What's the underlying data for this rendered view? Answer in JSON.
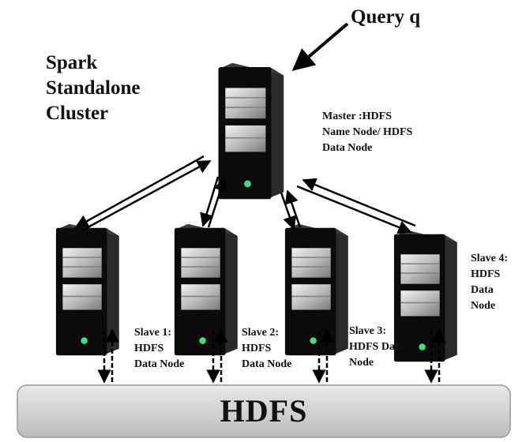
{
  "query_label": "Query q",
  "cluster_label": "Spark\nStandalone\nCluster",
  "master_label": "Master :HDFS\nName Node/ HDFS\nData Node",
  "slaves": [
    {
      "label": "Slave 1:\nHDFS\nData Node"
    },
    {
      "label": "Slave 2:\nHDFS\nData Node"
    },
    {
      "label": "Slave 3:\nHDFS Data\nNode"
    },
    {
      "label": "Slave 4:\nHDFS\nData\nNode"
    }
  ],
  "storage_label": "HDFS",
  "colors": {
    "server_body": "#0b0b0b",
    "server_bay": "#c9c9c9",
    "storage_bar": "#d4d4d6",
    "led": "#3fe07a"
  }
}
